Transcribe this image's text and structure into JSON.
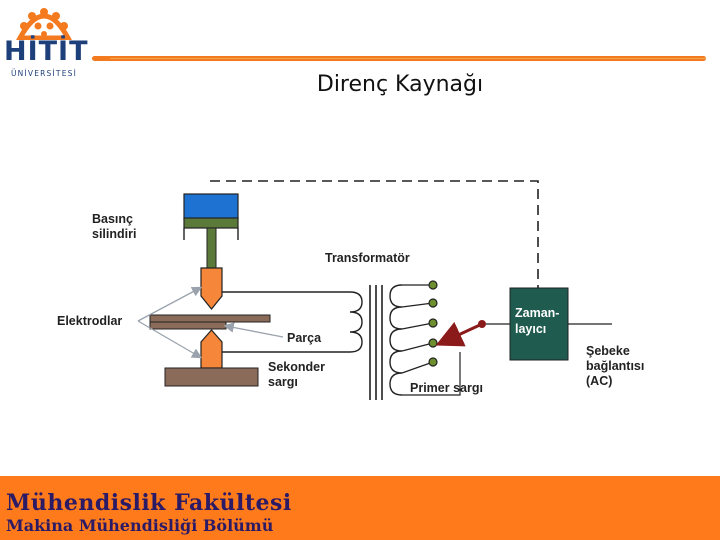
{
  "header": {
    "logo_name": "HİTİT",
    "logo_sub": "ÜNİVERSİTESİ",
    "title": "Direnç Kaynağı",
    "accent_color": "#f47a1f"
  },
  "diagram": {
    "labels": {
      "pressure_cylinder_l1": "Basınç",
      "pressure_cylinder_l2": "silindiri",
      "electrodes": "Elektrodlar",
      "part": "Parça",
      "secondary_l1": "Sekonder",
      "secondary_l2": "sargı",
      "transformer": "Transformatör",
      "primary": "Primer sargı",
      "timer_l1": "Zaman-",
      "timer_l2": "layıcı",
      "grid_l1": "Şebeke",
      "grid_l2": "bağlantısı",
      "grid_l3": "(AC)"
    },
    "colors": {
      "cylinder_top": "#1e73d2",
      "cylinder_band": "#5b7a3a",
      "electrode": "#f6873a",
      "base": "#8a6a58",
      "part": "#8a6a58",
      "timer_box": "#1f5b4e",
      "tap": "#6d8f2e",
      "switch": "#8b1a1a"
    }
  },
  "footer": {
    "faculty": "Mühendislik Fakültesi",
    "department": "Makina Mühendisliği Bölümü",
    "background_color": "#ff7a1a"
  }
}
